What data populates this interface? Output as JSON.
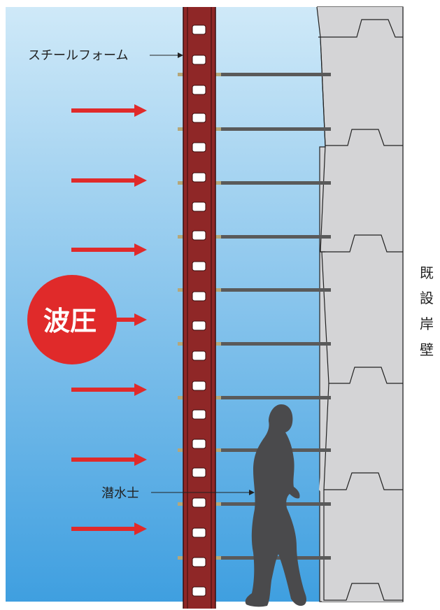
{
  "labels": {
    "steel_form": "スチールフォーム",
    "diver": "潜水士",
    "wave_pressure": "波圧",
    "existing_seawall": [
      "既",
      "設",
      "岸",
      "壁"
    ]
  },
  "colors": {
    "water_top": "#cfe9f8",
    "water_bottom": "#3f9fe0",
    "form_red": "#8f2727",
    "arrow_red": "#e02a2a",
    "badge_red": "#e02a2a",
    "tie_rod": "#5a5a5a",
    "tie_tan": "#b5a77a",
    "wall_gray": "#d4d4d6",
    "diver": "#4a4a4c"
  },
  "icons": {
    "arrow": "right-arrow-icon",
    "diver": "diver-silhouette-icon"
  }
}
